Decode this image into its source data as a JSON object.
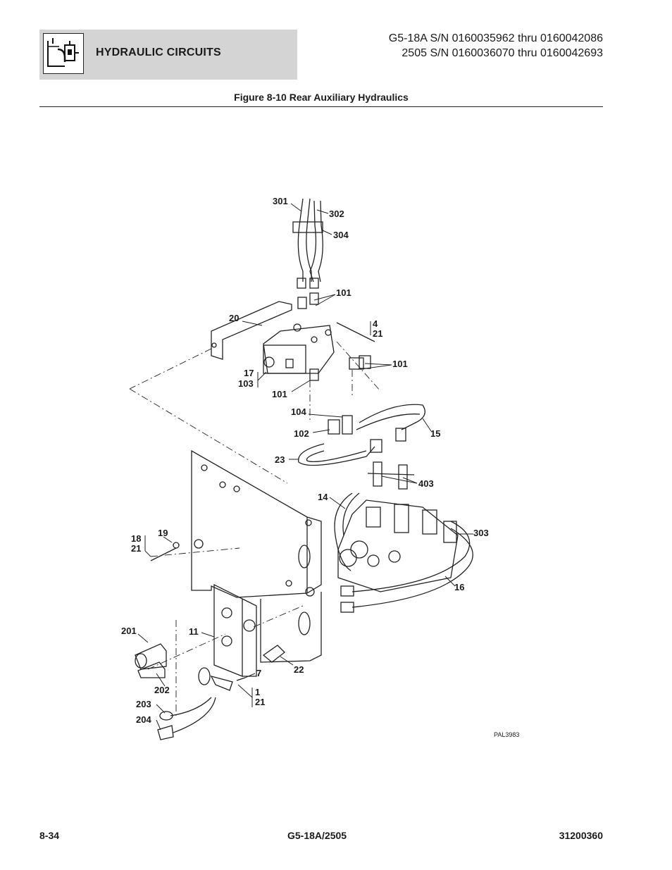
{
  "header": {
    "section_title": "HYDRAULIC CIRCUITS",
    "serial_lines": [
      "G5-18A S/N 0160035962 thru 0160042086",
      "2505 S/N 0160036070 thru 0160042693"
    ],
    "icon": "hydraulic-tank-icon"
  },
  "figure": {
    "title": "Figure 8-10 Rear Auxiliary Hydraulics",
    "drawing_code": "PAL3983",
    "callouts": {
      "c301": "301",
      "c302": "302",
      "c304": "304",
      "c101a": "101",
      "c101b": "101",
      "c101c": "101",
      "c20": "20",
      "c4": "4",
      "c21a": "21",
      "c17": "17",
      "c103": "103",
      "c104": "104",
      "c102": "102",
      "c15": "15",
      "c23": "23",
      "c403": "403",
      "c14": "14",
      "c303": "303",
      "c16": "16",
      "c18": "18",
      "c19": "19",
      "c21b": "21",
      "c201": "201",
      "c11": "11",
      "c202": "202",
      "c203": "203",
      "c204": "204",
      "c22": "22",
      "c7": "7",
      "c1": "1",
      "c21c": "21"
    }
  },
  "footer": {
    "page": "8-34",
    "model": "G5-18A/2505",
    "doc_number": "31200360"
  }
}
